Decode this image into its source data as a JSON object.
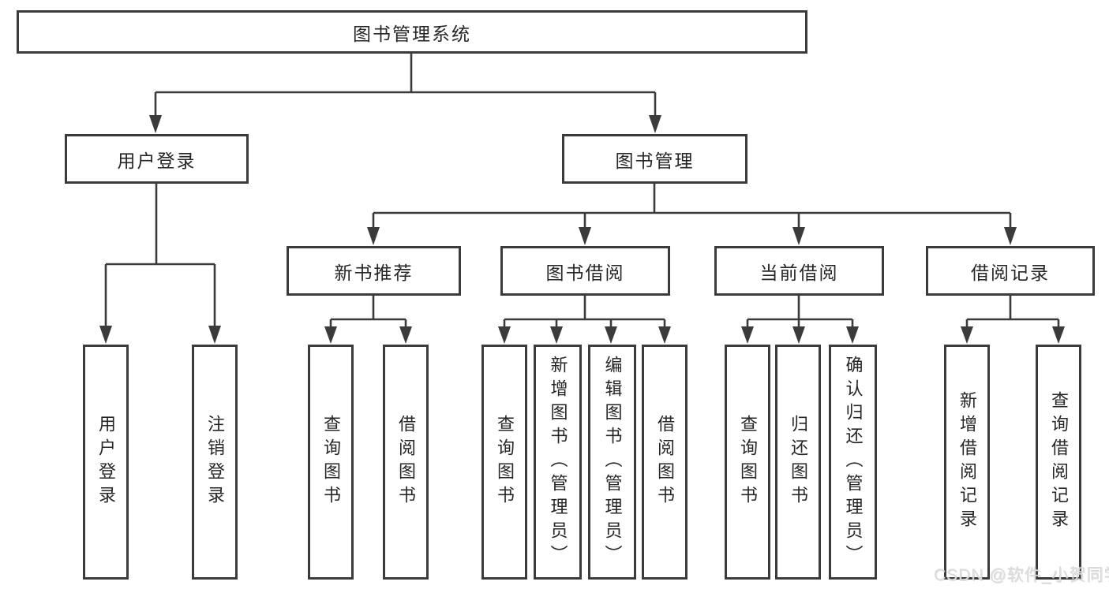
{
  "diagram": {
    "title": "图书管理系统",
    "root": {
      "label": "图书管理系统"
    },
    "level2": [
      {
        "label": "用户登录"
      },
      {
        "label": "图书管理"
      }
    ],
    "level3": [
      {
        "label": "新书推荐"
      },
      {
        "label": "图书借阅"
      },
      {
        "label": "当前借阅"
      },
      {
        "label": "借阅记录"
      }
    ],
    "leaves": {
      "login": [
        {
          "label": "用户登录"
        },
        {
          "label": "注销登录"
        }
      ],
      "recommend": [
        {
          "label": "查询图书"
        },
        {
          "label": "借阅图书"
        }
      ],
      "borrow": [
        {
          "label": "查询图书"
        },
        {
          "label": "新增图书（管理员）"
        },
        {
          "label": "编辑图书（管理员）"
        },
        {
          "label": "借阅图书"
        }
      ],
      "current": [
        {
          "label": "查询图书"
        },
        {
          "label": "归还图书"
        },
        {
          "label": "确认归还（管理员）"
        }
      ],
      "records": [
        {
          "label": "新增借阅记录"
        },
        {
          "label": "查询借阅记录"
        }
      ]
    }
  },
  "watermark": {
    "text": "CSDN @软件_小贺同学"
  },
  "colors": {
    "line": "#3b3b3b",
    "text": "#262626",
    "box_background": "#ffffff",
    "watermark": "#d9d9d9",
    "background": "#ffffff"
  }
}
